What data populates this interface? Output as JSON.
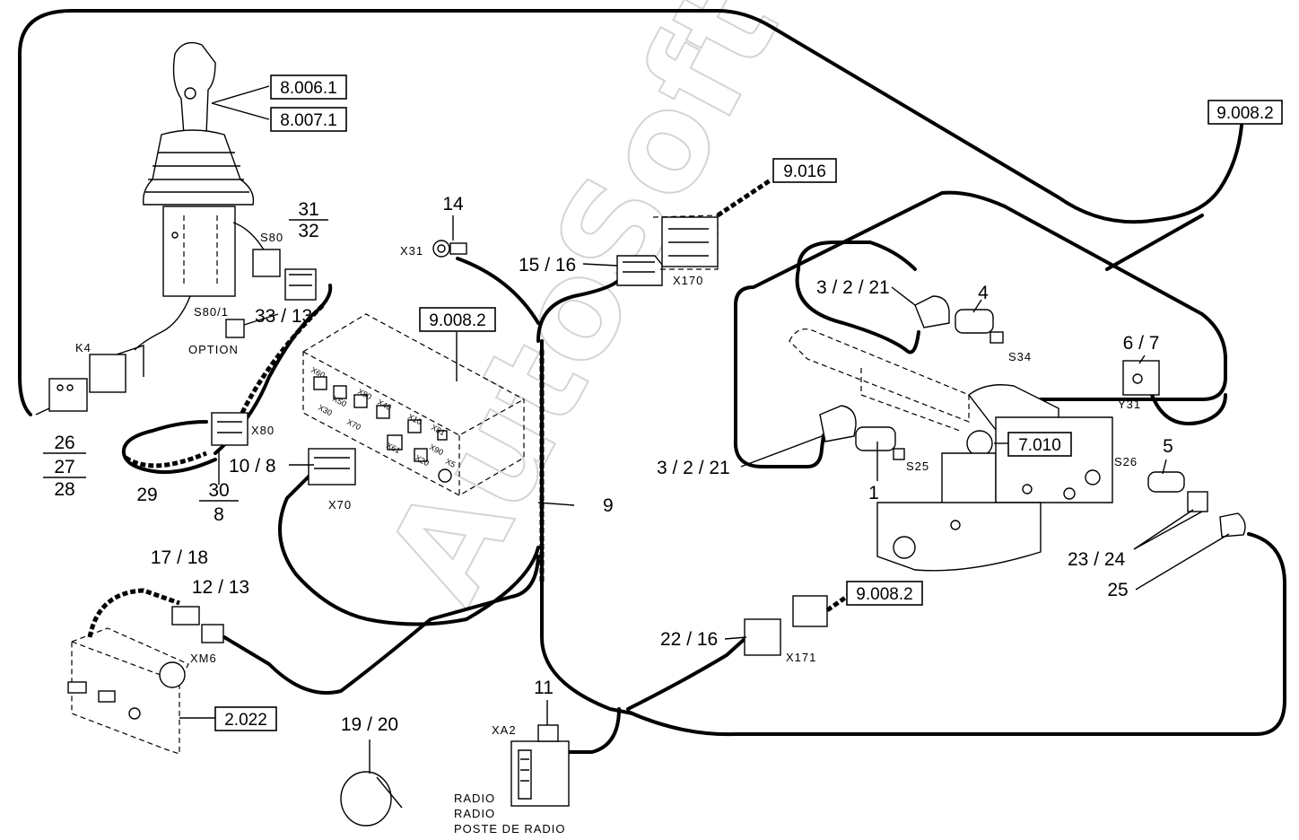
{
  "watermark": "AutoSoft",
  "refs": {
    "r8006": "8.006.1",
    "r8007": "8.007.1",
    "r9008_top": "9.008.2",
    "r9016": "9.016",
    "r9008_mid": "9.008.2",
    "r7010": "7.010",
    "r9008_low": "9.008.2",
    "r2022": "2.022"
  },
  "callouts": {
    "c31": "31",
    "c32": "32",
    "c14": "14",
    "c15_16": "15 / 16",
    "c33_13": "33 / 13",
    "c26": "26",
    "c27": "27",
    "c28": "28",
    "c29": "29",
    "c30": "30",
    "c8": "8",
    "c10_8": "10 / 8",
    "c9": "9",
    "c3_2_21_top": "3 / 2 / 21",
    "c4": "4",
    "c6_7": "6 / 7",
    "c3_2_21_mid": "3 / 2 / 21",
    "c1": "1",
    "c5": "5",
    "c23_24": "23 / 24",
    "c25": "25",
    "c17_18": "17 / 18",
    "c12_13": "12 / 13",
    "c22_16": "22 / 16",
    "c11": "11",
    "c19_20": "19 / 20"
  },
  "connectors": {
    "s80": "S80",
    "s80_1": "S80/1",
    "option": "OPTION",
    "k4": "K4",
    "x31": "X31",
    "x170": "X170",
    "x80": "X80",
    "x70": "X70",
    "s34": "S34",
    "y31": "Y31",
    "s25": "S25",
    "s26": "S26",
    "x171": "X171",
    "xm6": "XM6",
    "xa2": "XA2"
  },
  "fusebox_labels": [
    "X60",
    "X50",
    "X80",
    "X40",
    "X10",
    "X81",
    "X30",
    "X70",
    "X61",
    "X20",
    "X90",
    "X5"
  ],
  "radio_lines": [
    "RADIO",
    "RADIO",
    "POSTE DE RADIO"
  ]
}
